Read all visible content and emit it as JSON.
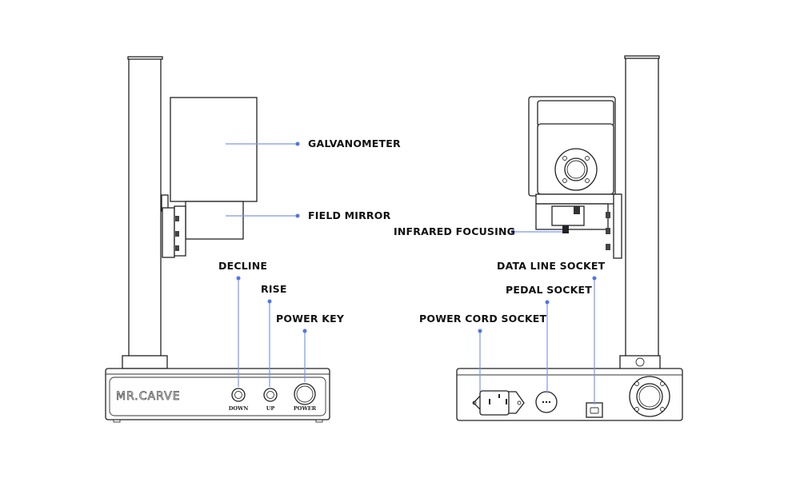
{
  "diagram": {
    "title": "",
    "front_view": {
      "brand_logo": "MR.CARVE",
      "button_labels": [
        "DOWN",
        "UP",
        "POWER"
      ],
      "callouts": [
        {
          "id": "galvanometer",
          "text": "GALVANOMETER"
        },
        {
          "id": "field-mirror",
          "text": "FIELD MIRROR"
        },
        {
          "id": "decline",
          "text": "DECLINE"
        },
        {
          "id": "rise",
          "text": "RISE"
        },
        {
          "id": "power-key",
          "text": "POWER KEY"
        }
      ]
    },
    "back_view": {
      "callouts": [
        {
          "id": "infrared-focusing",
          "text": "INFRARED FOCUSING"
        },
        {
          "id": "data-line-socket",
          "text": "DATA LINE SOCKET"
        },
        {
          "id": "pedal-socket",
          "text": "PEDAL SOCKET"
        },
        {
          "id": "power-cord-socket",
          "text": "POWER CORD SOCKET"
        }
      ]
    },
    "colors": {
      "leader_line": "#7a96f0",
      "leader_dot": "#4f75e8",
      "outline": "#222222"
    }
  }
}
